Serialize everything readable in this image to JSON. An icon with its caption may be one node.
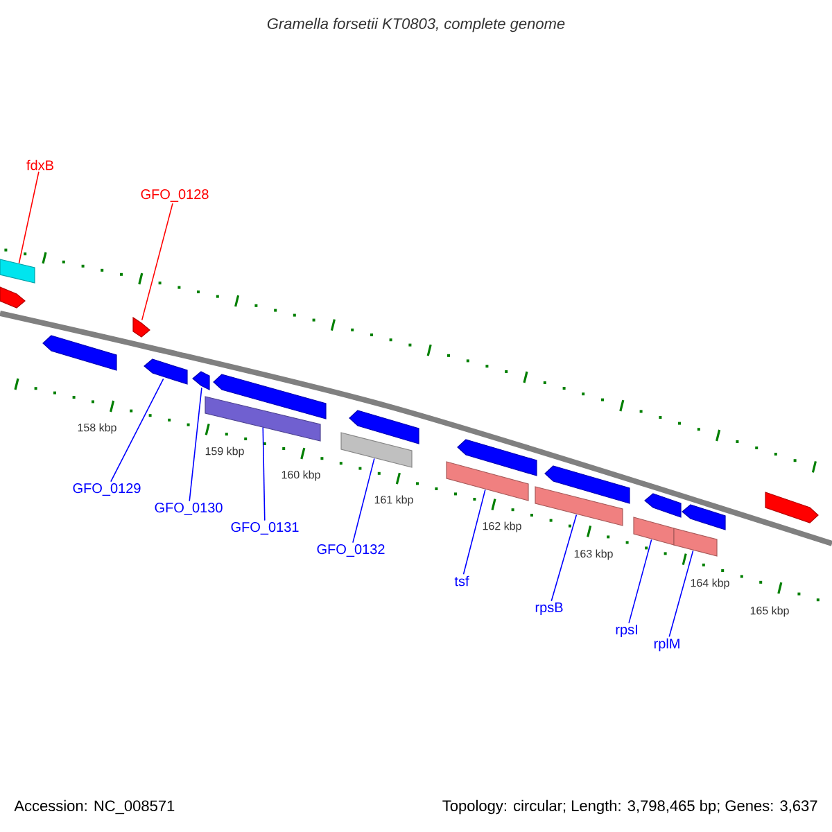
{
  "diagram": {
    "title": "Gramella forsetii KT0803, complete genome",
    "nodes": [
      {
        "text": [
          "fdxB"
        ]
      },
      {
        "text": [
          "GFO_0128"
        ]
      },
      {
        "text": [
          "GFO_0129"
        ]
      },
      {
        "text": [
          "GFO_0130"
        ]
      },
      {
        "text": [
          "GFO_0131"
        ]
      },
      {
        "text": [
          "GFO_0132"
        ]
      },
      {
        "text": [
          "tsf"
        ]
      },
      {
        "text": [
          "rpsB"
        ]
      },
      {
        "text": [
          "rpsI"
        ]
      },
      {
        "text": [
          "rplM"
        ]
      },
      {
        "text": [],
        "shape": "bar"
      },
      {
        "text": [],
        "shape": "bar"
      },
      {
        "text": [],
        "shape": "bar"
      },
      {
        "text": [],
        "shape": "bar"
      },
      {
        "text": [],
        "shape": "bar"
      },
      {
        "text": [],
        "shape": "bar"
      },
      {
        "text": [],
        "shape": "bar"
      },
      {
        "text": [],
        "shape": "bar"
      },
      {
        "text": [],
        "shape": "bar"
      },
      {
        "text": [],
        "shape": "bar"
      },
      {
        "text": [],
        "shape": "bar"
      },
      {
        "text": [],
        "shape": "bar"
      },
      {
        "text": [],
        "shape": "bar"
      },
      {
        "text": [],
        "shape": "bar"
      },
      {
        "text": [],
        "shape": "bar"
      },
      {
        "text": [],
        "shape": "bar"
      },
      {
        "text": [],
        "shape": "bar"
      },
      {
        "text": [],
        "shape": "bar"
      },
      {
        "text": [],
        "shape": "bar"
      }
    ],
    "edges": [
      {
        "from": 0,
        "to": 10,
        "arrow": "none",
        "color": "#ff0000"
      },
      {
        "from": 1,
        "to": 13,
        "arrow": "none",
        "color": "#ff0000"
      },
      {
        "from": 2,
        "to": 14,
        "arrow": "none"
      },
      {
        "from": 3,
        "to": 15,
        "arrow": "none"
      },
      {
        "from": 4,
        "to": 16,
        "arrow": "none"
      },
      {
        "from": 5,
        "to": 18,
        "arrow": "none"
      },
      {
        "from": 6,
        "to": 20,
        "arrow": "none"
      },
      {
        "from": 7,
        "to": 22,
        "arrow": "none"
      },
      {
        "from": 8,
        "to": 24,
        "arrow": "none"
      },
      {
        "from": 9,
        "to": 26,
        "arrow": "none"
      }
    ],
    "labels": [
      "158 kbp",
      "159 kbp",
      "160 kbp",
      "161 kbp",
      "162 kbp",
      "163 kbp",
      "164 kbp",
      "165 kbp",
      "Accession: NC_008571",
      "Topology: circular; Length: 3,798,465 bp; Genes: 3,637"
    ]
  }
}
